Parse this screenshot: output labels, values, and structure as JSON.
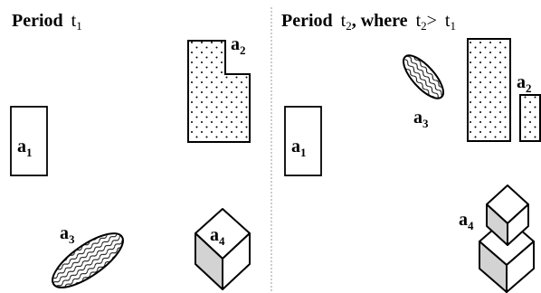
{
  "colors": {
    "ink": "#000000",
    "background": "#ffffff",
    "cube_shade": "#d3d3d3",
    "divider": "#9a9a9a"
  },
  "left_panel": {
    "title": {
      "bold": "Period",
      "var": "t",
      "sub": "1"
    },
    "labels": {
      "a1": {
        "base": "a",
        "sub": "1"
      },
      "a2": {
        "base": "a",
        "sub": "2"
      },
      "a3": {
        "base": "a",
        "sub": "3"
      },
      "a4": {
        "base": "a",
        "sub": "4"
      }
    }
  },
  "right_panel": {
    "title": {
      "bold": "Period",
      "var1": "t",
      "sub1": "2",
      "mid": ", where",
      "var2": "t",
      "sub2": "2",
      "op": ">",
      "var3": "t",
      "sub3": "1"
    },
    "labels": {
      "a1": {
        "base": "a",
        "sub": "1"
      },
      "a2": {
        "base": "a",
        "sub": "2"
      },
      "a3": {
        "base": "a",
        "sub": "3"
      },
      "a4": {
        "base": "a",
        "sub": "4"
      }
    }
  },
  "patterns": {
    "dotted": "dots",
    "wavy": "waves"
  }
}
